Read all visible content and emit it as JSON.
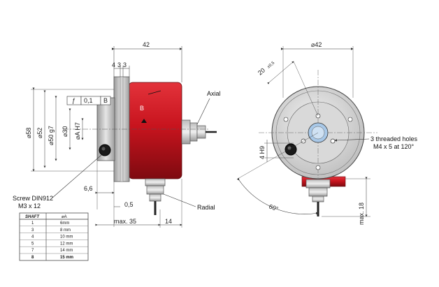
{
  "side_view": {
    "dim_42": "42",
    "dim_4": "4",
    "dim_3a": "3",
    "dim_3b": "3",
    "tolerance_symbol": "ƒ",
    "tolerance_value": "0,1",
    "tolerance_datum": "B",
    "body_marker": "B",
    "dia_58": "⌀58",
    "dia_52": "⌀52",
    "dia_50": "⌀50 g7",
    "dia_30": "⌀30",
    "dia_A": "⌀A H7",
    "axial_label": "Axial",
    "radial_label": "Radial",
    "dim_6_6": "6,6",
    "dim_0_5": "0,5",
    "dim_max35": "max. 35",
    "dim_14": "14",
    "screw_line1": "Screw DIN912",
    "screw_line2": "M3 x 12"
  },
  "front_view": {
    "dia_42": "⌀42",
    "dim_20": "20",
    "dim_20_tol": "±0,5",
    "dim_4h9": "4 H9",
    "angle_60": "60°",
    "holes_line1": "3 threaded holes",
    "holes_line2": "M4 x 5 at 120°",
    "dim_max18": "max. 18"
  },
  "shaft_table": {
    "headers": [
      "SHAFT",
      "⌀A"
    ],
    "rows": [
      {
        "shaft": "1",
        "a": "6mm",
        "bold": false
      },
      {
        "shaft": "3",
        "a": "8 mm",
        "bold": false
      },
      {
        "shaft": "4",
        "a": "10 mm",
        "bold": false
      },
      {
        "shaft": "5",
        "a": "12 mm",
        "bold": false
      },
      {
        "shaft": "7",
        "a": "14 mm",
        "bold": false
      },
      {
        "shaft": "8",
        "a": "15 mm",
        "bold": true
      }
    ]
  },
  "colors": {
    "body_red": "#c8141e",
    "body_dark": "#8a0c12",
    "flange_gray": "#c9c9c9",
    "line": "#333333"
  }
}
